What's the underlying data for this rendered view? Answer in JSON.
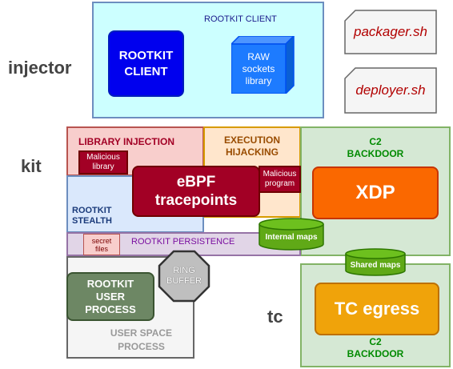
{
  "rows": {
    "injector": "injector",
    "kit": "kit",
    "tc": "tc"
  },
  "injector": {
    "client_region_label": "ROOTKIT CLIENT",
    "client_box": "ROOTKIT\nCLIENT",
    "raw_sockets": "RAW\nsockets\nlibrary",
    "packager": "packager.sh",
    "deployer": "deployer.sh"
  },
  "kit": {
    "library_injection": "LIBRARY INJECTION",
    "malicious_library": "Malicious\nlibrary",
    "execution_hijacking": "EXECUTION\nHIJACKING",
    "malicious_program": "Malicious\nprogram",
    "rootkit_stealth": "ROOTKIT\nSTEALTH",
    "ebpf_tracepoints": "eBPF\ntracepoints",
    "c2_backdoor": "C2\nBACKDOOR",
    "xdp": "XDP",
    "internal_maps": "Internal maps",
    "rootkit_persistence": "ROOTKIT PERSISTENCE",
    "secret_files": "secret\nfiles",
    "ring_buffer": "RING\nBUFFER",
    "user_process": "ROOTKIT\nUSER\nPROCESS",
    "user_space_process": "USER SPACE\nPROCESS"
  },
  "tc": {
    "shared_maps": "Shared maps",
    "tc_egress": "TC egress",
    "c2_backdoor": "C2\nBACKDOOR"
  },
  "colors": {
    "client_bg": "#ccffff",
    "client_border": "#6c8ebf",
    "client_box": "#0000ee",
    "raw_sockets": "#1d7bff",
    "script_bg": "#f5f5f5",
    "script_text": "#b20000",
    "library_bg": "#f8cecc",
    "library_border": "#b85450",
    "exec_bg": "#ffe6cc",
    "exec_border": "#d79b00",
    "stealth_bg": "#dae8fc",
    "c2_bg": "#d5e8d4",
    "c2_border": "#82b366",
    "ebpf": "#a20025",
    "xdp": "#fa6800",
    "maps": "#60a917",
    "persist_bg": "#e1d5e7",
    "persist_border": "#9673a6",
    "userspace_bg": "#f5f5f5",
    "user_process": "#6d8764",
    "tc_egress": "#f0a30a"
  }
}
